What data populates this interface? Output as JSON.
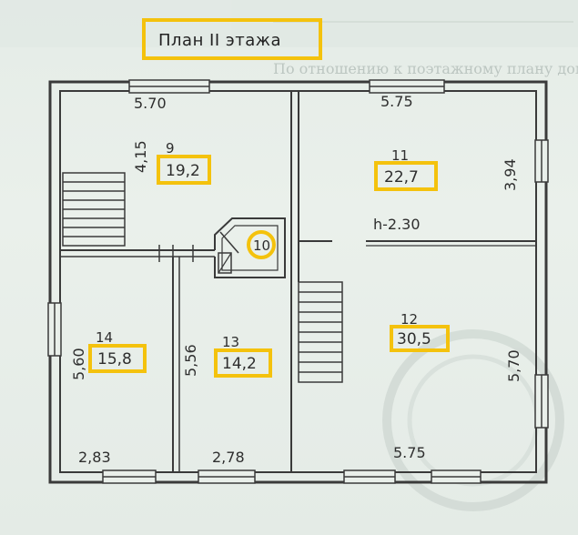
{
  "title": "План II этажа",
  "colors": {
    "wall": "#3a3a3a",
    "highlight": "#f4c20d",
    "paper": "#e8eee9"
  },
  "background_text": {
    "line1": "По отношению к поэтажному плану дома"
  },
  "dimensions": {
    "top_left": "5.70",
    "top_right": "5.75",
    "room9_side": "4,15",
    "room11_side": "3,94",
    "height": "h-2.30",
    "room14_side": "5,60",
    "room13_side": "5,56",
    "room12_side": "5,70",
    "bottom_a": "2,83",
    "bottom_b": "2,78",
    "bottom_c": "5.75"
  },
  "rooms": [
    {
      "number": "9",
      "area": "19,2"
    },
    {
      "number": "11",
      "area": "22,7"
    },
    {
      "number": "10"
    },
    {
      "number": "12",
      "area": "30,5"
    },
    {
      "number": "14",
      "area": "15,8"
    },
    {
      "number": "13",
      "area": "14,2"
    }
  ]
}
